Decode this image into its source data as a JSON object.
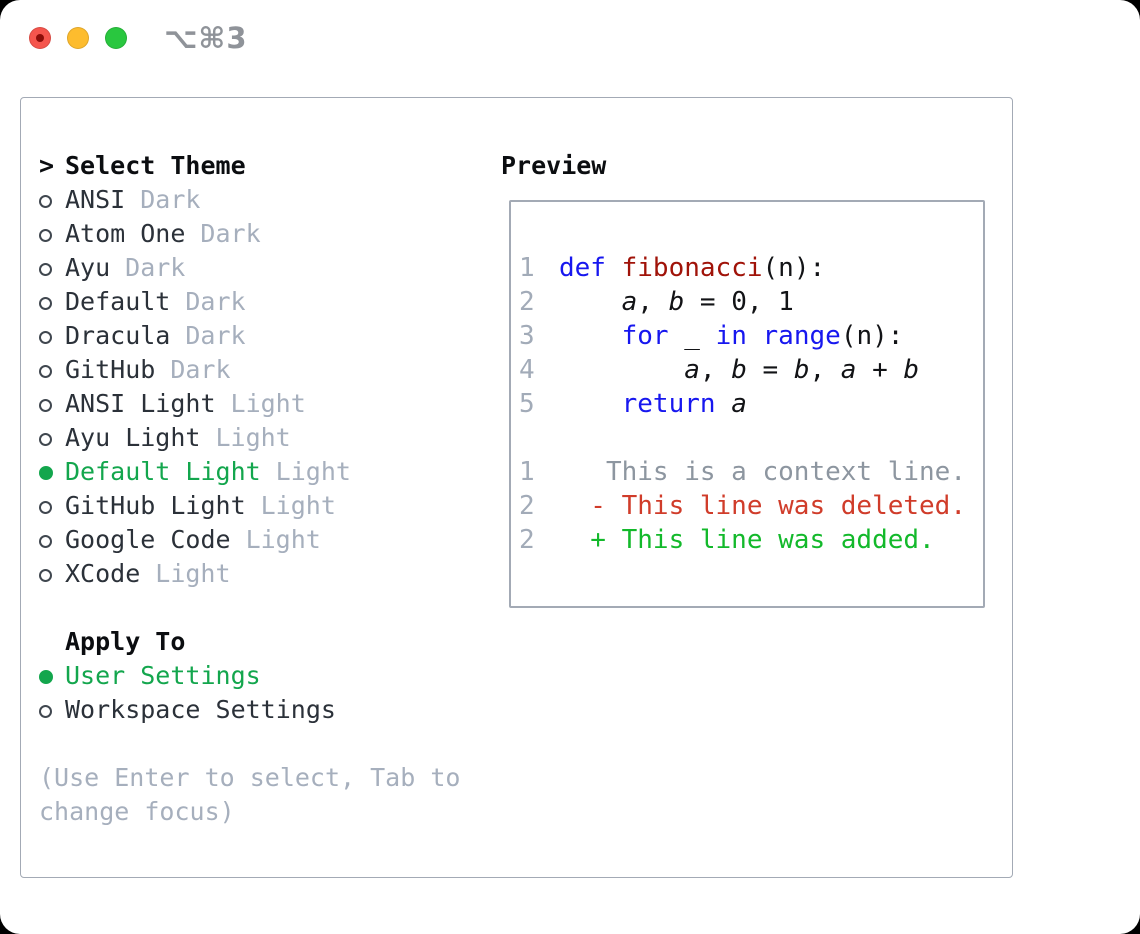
{
  "window": {
    "title": "⌥⌘3"
  },
  "theme_list": {
    "header_marker": ">",
    "header": "Select Theme",
    "items": [
      {
        "name": "ANSI",
        "tag": "Dark",
        "selected": false
      },
      {
        "name": "Atom One",
        "tag": "Dark",
        "selected": false
      },
      {
        "name": "Ayu",
        "tag": "Dark",
        "selected": false
      },
      {
        "name": "Default",
        "tag": "Dark",
        "selected": false
      },
      {
        "name": "Dracula",
        "tag": "Dark",
        "selected": false
      },
      {
        "name": "GitHub",
        "tag": "Dark",
        "selected": false
      },
      {
        "name": "ANSI Light",
        "tag": "Light",
        "selected": false
      },
      {
        "name": "Ayu Light",
        "tag": "Light",
        "selected": false
      },
      {
        "name": "Default Light",
        "tag": "Light",
        "selected": true
      },
      {
        "name": "GitHub Light",
        "tag": "Light",
        "selected": false
      },
      {
        "name": "Google Code",
        "tag": "Light",
        "selected": false
      },
      {
        "name": "XCode",
        "tag": "Light",
        "selected": false
      }
    ]
  },
  "apply_to": {
    "header": "Apply To",
    "items": [
      {
        "name": "User Settings",
        "selected": true
      },
      {
        "name": "Workspace Settings",
        "selected": false
      }
    ]
  },
  "help": {
    "line1": "(Use Enter to select, Tab to",
    "line2": "change focus)"
  },
  "preview": {
    "title": "Preview",
    "code_lines": [
      {
        "num": "1",
        "segments": [
          {
            "t": "def ",
            "c": "kw"
          },
          {
            "t": "fibonacci",
            "c": "fn"
          },
          {
            "t": "(n):",
            "c": "pl"
          }
        ]
      },
      {
        "num": "2",
        "segments": [
          {
            "t": "    ",
            "c": "pl"
          },
          {
            "t": "a",
            "c": "var"
          },
          {
            "t": ", ",
            "c": "pl"
          },
          {
            "t": "b",
            "c": "var"
          },
          {
            "t": " = 0, 1",
            "c": "pl"
          }
        ]
      },
      {
        "num": "3",
        "segments": [
          {
            "t": "    ",
            "c": "pl"
          },
          {
            "t": "for",
            "c": "kw"
          },
          {
            "t": " _ ",
            "c": "pl"
          },
          {
            "t": "in",
            "c": "kw"
          },
          {
            "t": " ",
            "c": "pl"
          },
          {
            "t": "range",
            "c": "kw"
          },
          {
            "t": "(n):",
            "c": "pl"
          }
        ]
      },
      {
        "num": "4",
        "segments": [
          {
            "t": "        ",
            "c": "pl"
          },
          {
            "t": "a",
            "c": "var"
          },
          {
            "t": ", ",
            "c": "pl"
          },
          {
            "t": "b",
            "c": "var"
          },
          {
            "t": " = ",
            "c": "pl"
          },
          {
            "t": "b",
            "c": "var"
          },
          {
            "t": ", ",
            "c": "pl"
          },
          {
            "t": "a",
            "c": "var"
          },
          {
            "t": " + ",
            "c": "pl"
          },
          {
            "t": "b",
            "c": "var"
          }
        ]
      },
      {
        "num": "5",
        "segments": [
          {
            "t": "    ",
            "c": "pl"
          },
          {
            "t": "return",
            "c": "kw"
          },
          {
            "t": " ",
            "c": "pl"
          },
          {
            "t": "a",
            "c": "var"
          }
        ]
      },
      {
        "num": "",
        "segments": []
      },
      {
        "num": "1",
        "segments": [
          {
            "t": "   This is a context line.",
            "c": "ctx"
          }
        ]
      },
      {
        "num": "2",
        "segments": [
          {
            "t": "  - This line was deleted.",
            "c": "del"
          }
        ]
      },
      {
        "num": "2",
        "segments": [
          {
            "t": "  + This line was added.",
            "c": "add"
          }
        ]
      }
    ]
  },
  "colors": {
    "keyword_blue": "#1717ef",
    "function_red": "#a01309",
    "code_black": "#121316",
    "line_number_gray": "#a2abb8",
    "context_gray": "#8d96a0",
    "deleted_red": "#d03c2a",
    "added_green": "#13b92b",
    "selected_green": "#13a64d",
    "muted_gray": "#a6afbd",
    "list_text": "#2b3139",
    "heading_black": "#0b0d10",
    "border_gray": "#a3aab5",
    "title_gray": "#8f9399",
    "traffic_close": "#f5554d",
    "traffic_minimize": "#fdbc2e",
    "traffic_zoom": "#29c73f"
  }
}
